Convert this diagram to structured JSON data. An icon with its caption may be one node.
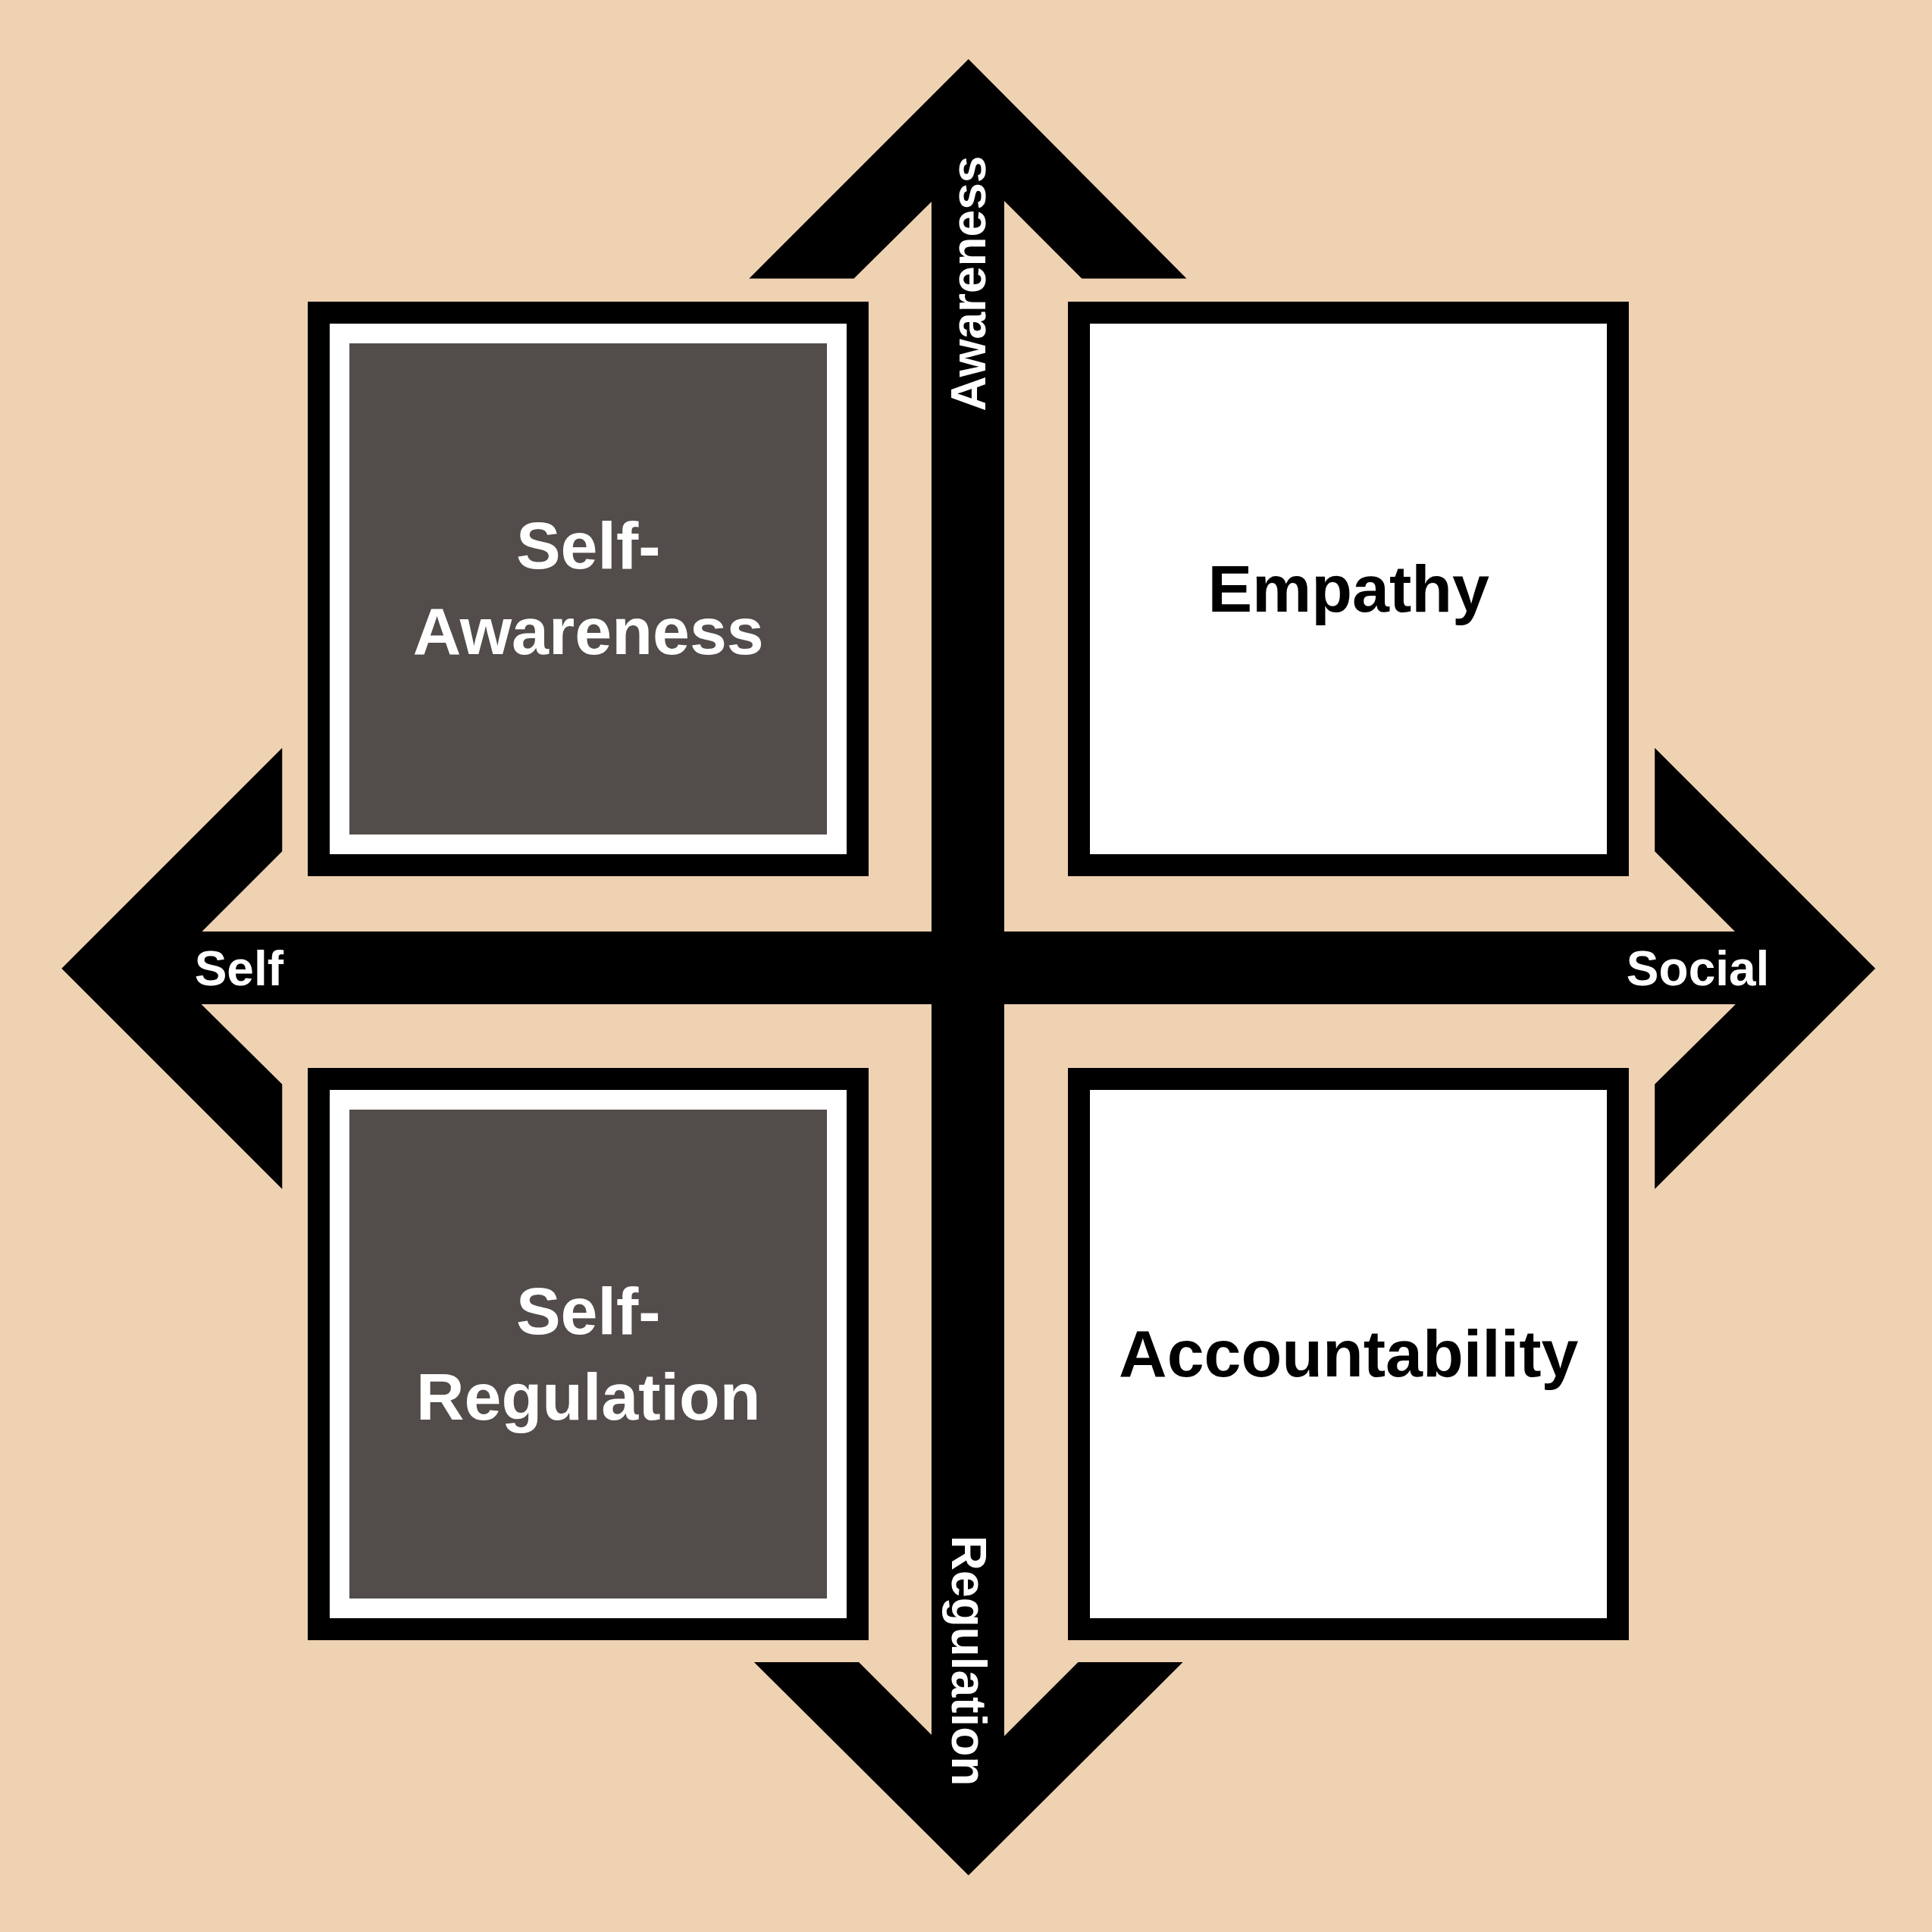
{
  "diagram": {
    "nodes": [
      {
        "text": [
          "Self- Awareness"
        ]
      },
      {
        "text": [
          "Empathy"
        ]
      },
      {
        "text": [
          "Self- Regulation"
        ]
      },
      {
        "text": [
          "Accountability"
        ]
      }
    ],
    "labels": [
      "Awareness",
      "Self",
      "Social",
      "Regulation"
    ]
  }
}
